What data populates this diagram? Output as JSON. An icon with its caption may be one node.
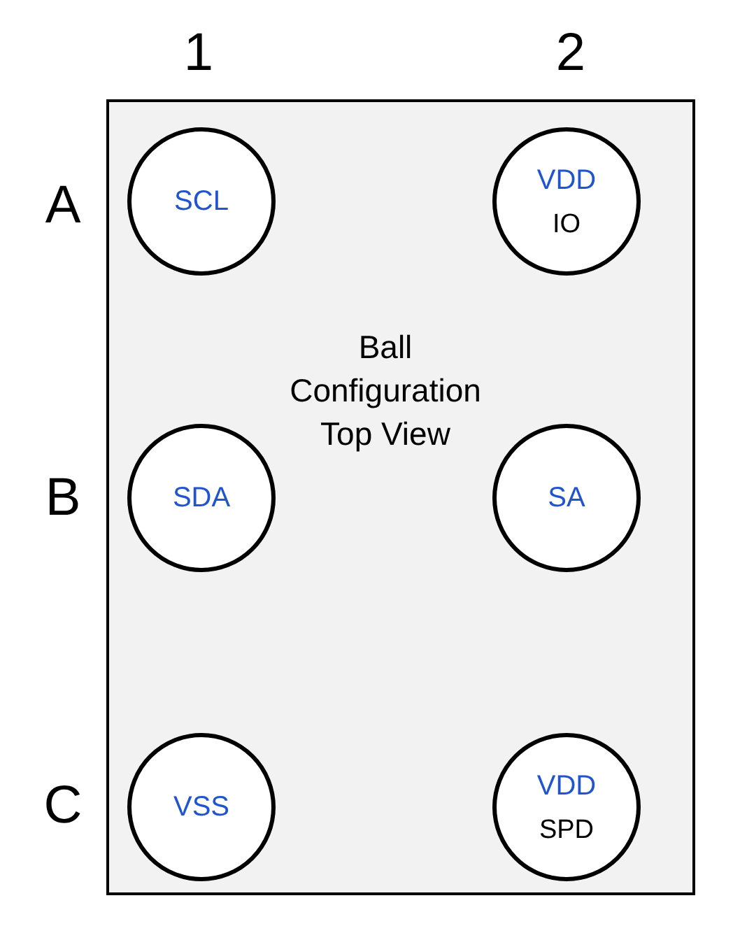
{
  "diagram": {
    "nodes": [
      {
        "text": [
          "Ball Configuration Top View"
        ]
      },
      {
        "text": [
          "SCL"
        ],
        "in": 0
      },
      {
        "text": [
          "VDD",
          "IO"
        ],
        "in": 0
      },
      {
        "text": [
          "SDA"
        ],
        "in": 0
      },
      {
        "text": [
          "SA"
        ],
        "in": 0
      },
      {
        "text": [
          "VSS"
        ],
        "in": 0
      },
      {
        "text": [
          "VDD",
          "SPD"
        ],
        "in": 0
      }
    ],
    "labels": [
      "1",
      "2",
      "A",
      "B",
      "C"
    ]
  }
}
